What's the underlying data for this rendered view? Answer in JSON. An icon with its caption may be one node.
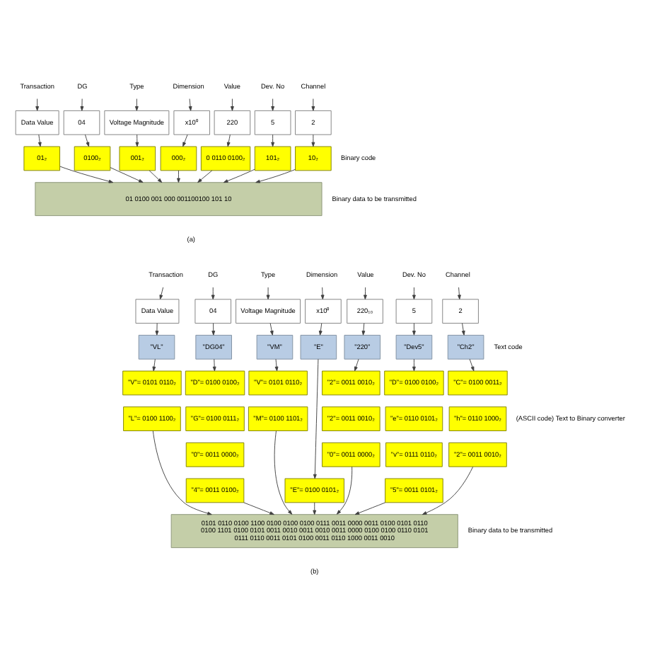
{
  "diagram": {
    "nodes": [
      {
        "text": [
          "Transaction"
        ]
      },
      {
        "text": [
          "DG"
        ]
      },
      {
        "text": [
          "Type"
        ]
      },
      {
        "text": [
          "Dimension"
        ]
      },
      {
        "text": [
          "Value"
        ]
      },
      {
        "text": [
          "Dev. No"
        ]
      },
      {
        "text": [
          "Channel"
        ]
      },
      {
        "text": [
          "Data Value"
        ]
      },
      {
        "text": [
          "04"
        ]
      },
      {
        "text": [
          "Voltage Magnitude"
        ]
      },
      {
        "text": [
          "x10⁰"
        ]
      },
      {
        "text": [
          "220"
        ]
      },
      {
        "text": [
          "5"
        ]
      },
      {
        "text": [
          "2"
        ]
      },
      {
        "text": [
          "01₂"
        ]
      },
      {
        "text": [
          "0100₂"
        ]
      },
      {
        "text": [
          "001₂"
        ]
      },
      {
        "text": [
          "000₂"
        ]
      },
      {
        "text": [
          "0 0110 0100₂"
        ]
      },
      {
        "text": [
          "101₂"
        ]
      },
      {
        "text": [
          "10₂"
        ]
      },
      {
        "text": [
          "01 0100 001 000 001100100 101 10"
        ]
      },
      {
        "text": [
          "Transaction"
        ]
      },
      {
        "text": [
          "DG"
        ]
      },
      {
        "text": [
          "Type"
        ]
      },
      {
        "text": [
          "Dimension"
        ]
      },
      {
        "text": [
          "Value"
        ]
      },
      {
        "text": [
          "Dev. No"
        ]
      },
      {
        "text": [
          "Channel"
        ]
      },
      {
        "text": [
          "Data Value"
        ]
      },
      {
        "text": [
          "04"
        ]
      },
      {
        "text": [
          "Voltage Magnitude"
        ]
      },
      {
        "text": [
          "x10⁰"
        ]
      },
      {
        "text": [
          "220₁₀"
        ]
      },
      {
        "text": [
          "5"
        ]
      },
      {
        "text": [
          "2"
        ]
      },
      {
        "text": [
          "\"VL\""
        ]
      },
      {
        "text": [
          "\"DG04\""
        ]
      },
      {
        "text": [
          "\"VM\""
        ]
      },
      {
        "text": [
          "\"E\""
        ]
      },
      {
        "text": [
          "\"220\""
        ]
      },
      {
        "text": [
          "\"Dev5\""
        ]
      },
      {
        "text": [
          "\"Ch2\""
        ]
      },
      {
        "text": [
          "\"V\"= 0101 0110₂"
        ]
      },
      {
        "text": [
          "\"L\"= 0100 1100₂"
        ]
      },
      {
        "text": [
          "\"D\"= 0100 0100₂"
        ]
      },
      {
        "text": [
          "\"G\"= 0100 0111₂"
        ]
      },
      {
        "text": [
          "\"0\"= 0011 0000₂"
        ]
      },
      {
        "text": [
          "\"4\"= 0011 0100₂"
        ]
      },
      {
        "text": [
          "\"V\"= 0101 0110₂"
        ]
      },
      {
        "text": [
          "\"M\"= 0100 1101₂"
        ]
      },
      {
        "text": [
          "\"E\"= 0100 0101₂"
        ]
      },
      {
        "text": [
          "\"2\"= 0011 0010₂"
        ]
      },
      {
        "text": [
          "\"2\"= 0011 0010₂"
        ]
      },
      {
        "text": [
          "\"0\"= 0011 0000₂"
        ]
      },
      {
        "text": [
          "\"D\"= 0100 0100₂"
        ]
      },
      {
        "text": [
          "\"e\"= 0110 0101₂"
        ]
      },
      {
        "text": [
          "\"v\"= 0111 0110₂"
        ]
      },
      {
        "text": [
          "\"5\"= 0011 0101₂"
        ]
      },
      {
        "text": [
          "\"C\"= 0100 0011₂"
        ]
      },
      {
        "text": [
          "\"h\"= 0110 1000₂"
        ]
      },
      {
        "text": [
          "\"2\"= 0011 0010₂"
        ]
      },
      {
        "text": [
          "0101 0110 0100 1100 0100 0100 0100 0111 0011 0000 0011 0100 0101 0110 0100 1101 0100 0101 0011 0010 0011 0010 0011 0000 0100 0100 0110 0101 0111 0110 0011 0101 0100 0011 0110 1000 0011 0010"
        ]
      }
    ],
    "edges": [
      {
        "from": 0,
        "to": 7,
        "arrow": "to"
      },
      {
        "from": 1,
        "to": 8,
        "arrow": "to"
      },
      {
        "from": 2,
        "to": 9,
        "arrow": "to"
      },
      {
        "from": 3,
        "to": 10,
        "arrow": "to"
      },
      {
        "from": 4,
        "to": 11,
        "arrow": "to"
      },
      {
        "from": 5,
        "to": 12,
        "arrow": "to"
      },
      {
        "from": 6,
        "to": 13,
        "arrow": "to"
      },
      {
        "from": 7,
        "to": 14,
        "arrow": "to"
      },
      {
        "from": 8,
        "to": 15,
        "arrow": "to"
      },
      {
        "from": 9,
        "to": 16,
        "arrow": "to"
      },
      {
        "from": 10,
        "to": 17,
        "arrow": "to"
      },
      {
        "from": 11,
        "to": 18,
        "arrow": "to"
      },
      {
        "from": 12,
        "to": 19,
        "arrow": "to"
      },
      {
        "from": 13,
        "to": 20,
        "arrow": "to"
      },
      {
        "from": 14,
        "to": 21,
        "arrow": "to"
      },
      {
        "from": 15,
        "to": 21,
        "arrow": "to"
      },
      {
        "from": 16,
        "to": 21,
        "arrow": "to"
      },
      {
        "from": 17,
        "to": 21,
        "arrow": "to"
      },
      {
        "from": 18,
        "to": 21,
        "arrow": "to"
      },
      {
        "from": 19,
        "to": 21,
        "arrow": "to"
      },
      {
        "from": 20,
        "to": 21,
        "arrow": "to"
      },
      {
        "from": 22,
        "to": 29,
        "arrow": "to"
      },
      {
        "from": 23,
        "to": 30,
        "arrow": "to"
      },
      {
        "from": 24,
        "to": 31,
        "arrow": "to"
      },
      {
        "from": 25,
        "to": 32,
        "arrow": "to"
      },
      {
        "from": 26,
        "to": 33,
        "arrow": "to"
      },
      {
        "from": 27,
        "to": 34,
        "arrow": "to"
      },
      {
        "from": 28,
        "to": 35,
        "arrow": "to"
      },
      {
        "from": 29,
        "to": 36,
        "arrow": "to"
      },
      {
        "from": 30,
        "to": 37,
        "arrow": "to"
      },
      {
        "from": 31,
        "to": 38,
        "arrow": "to"
      },
      {
        "from": 32,
        "to": 39,
        "arrow": "to"
      },
      {
        "from": 33,
        "to": 40,
        "arrow": "to"
      },
      {
        "from": 34,
        "to": 41,
        "arrow": "to"
      },
      {
        "from": 35,
        "to": 42,
        "arrow": "to"
      },
      {
        "from": 36,
        "to": 43,
        "arrow": "to"
      },
      {
        "from": 37,
        "to": 45,
        "arrow": "to"
      },
      {
        "from": 38,
        "to": 49,
        "arrow": "to"
      },
      {
        "from": 39,
        "to": 51,
        "arrow": "to"
      },
      {
        "from": 40,
        "to": 52,
        "arrow": "to"
      },
      {
        "from": 41,
        "to": 55,
        "arrow": "to"
      },
      {
        "from": 42,
        "to": 59,
        "arrow": "to"
      },
      {
        "from": 44,
        "to": 62,
        "arrow": "to"
      },
      {
        "from": 48,
        "to": 62,
        "arrow": "to"
      },
      {
        "from": 50,
        "to": 62,
        "arrow": "to"
      },
      {
        "from": 51,
        "to": 62,
        "arrow": "to"
      },
      {
        "from": 54,
        "to": 62,
        "arrow": "to"
      },
      {
        "from": 58,
        "to": 62,
        "arrow": "to"
      },
      {
        "from": 61,
        "to": 62,
        "arrow": "to"
      }
    ],
    "labels": [
      "Binary code",
      "Binary data to be transmitted",
      "(a)",
      "Text code",
      "(ASCII code) Text to Binary converter",
      "Binary data to be transmitted",
      "(b)"
    ]
  }
}
